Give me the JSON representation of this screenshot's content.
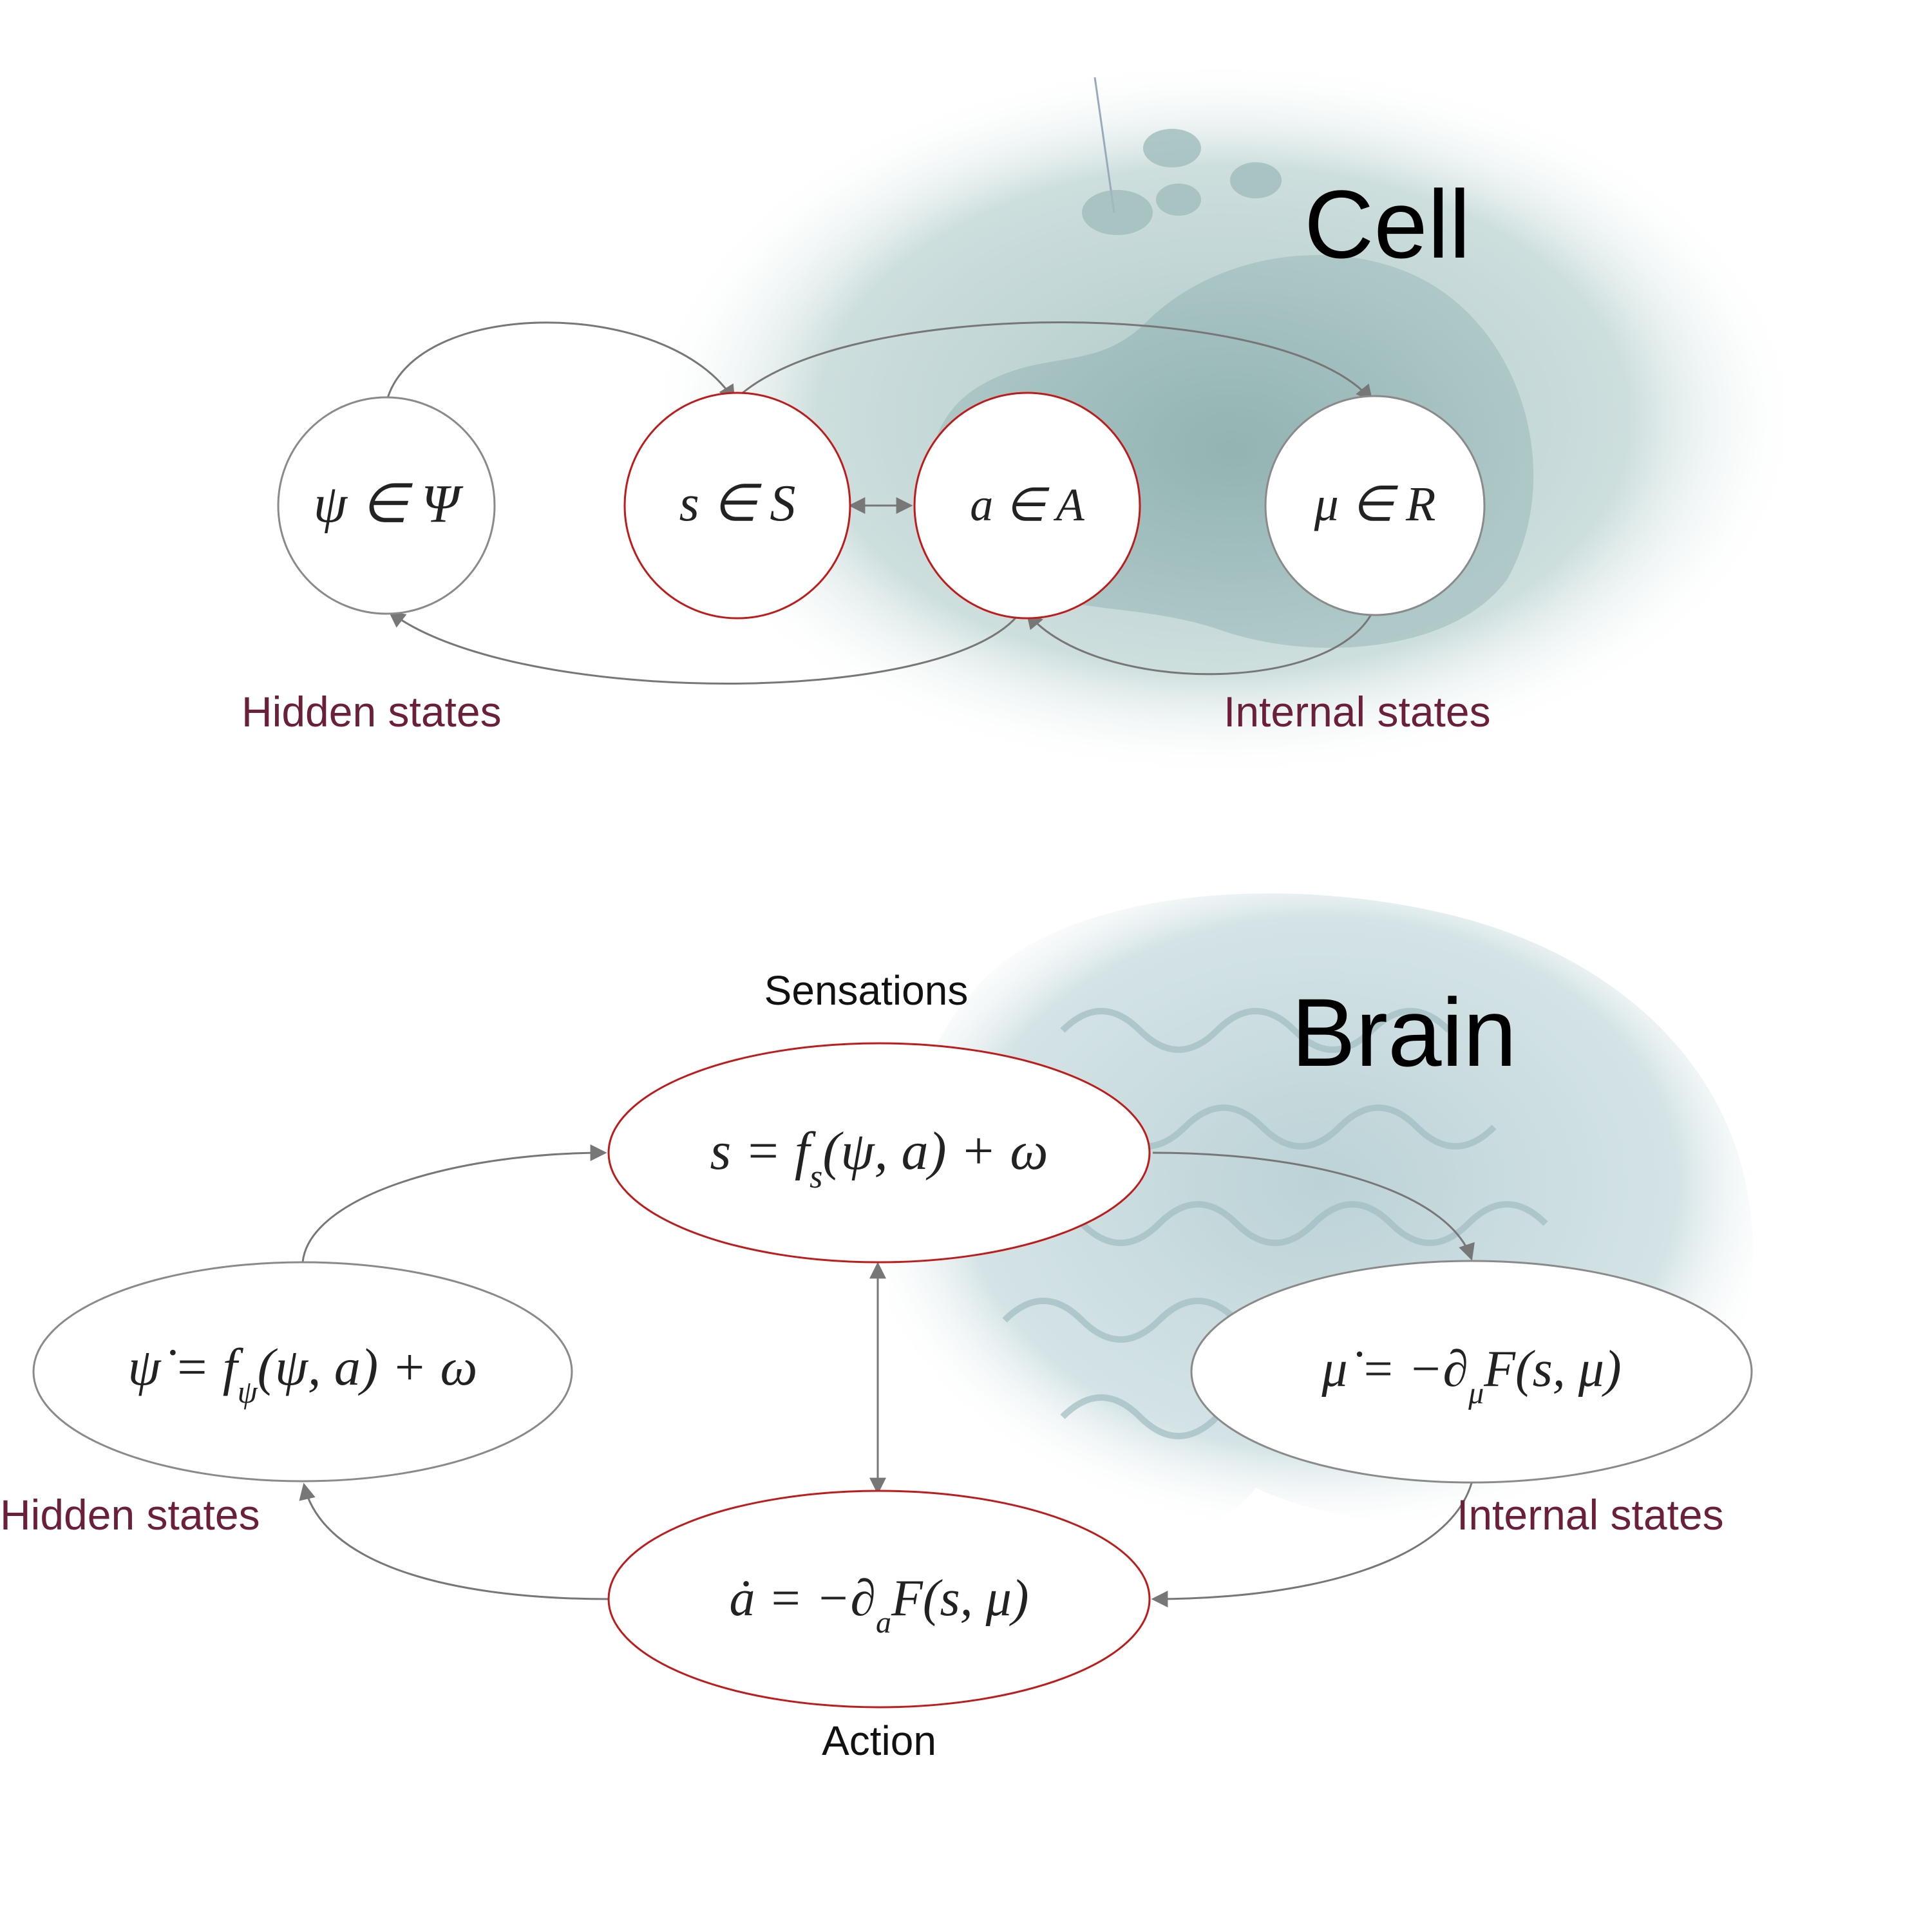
{
  "colors": {
    "sensory_border": "#c01b1b",
    "other_border": "#8a8a8a",
    "arrow": "#777777",
    "state_label": "#6b1f3a",
    "title": "#000000",
    "cell_tint": "#b9d1d0",
    "brain_tint": "#c5d9dc"
  },
  "cell": {
    "title": "Cell",
    "hidden_node": "ψ ∈ Ψ",
    "sensory_node": "s ∈ S",
    "active_node": "a ∈ A",
    "internal_node": "μ ∈ R",
    "hidden_label": "Hidden states",
    "internal_label": "Internal states"
  },
  "brain": {
    "title": "Brain",
    "sensations_label": "Sensations",
    "action_label": "Action",
    "hidden_label": "Hidden states",
    "internal_label": "Internal states",
    "sensory_eq": {
      "lhs": "s = f",
      "sub": "s",
      "rhs": "(ψ, a) + ω"
    },
    "hidden_eq": {
      "lhs": "ψ̇ = f",
      "sub": "ψ",
      "rhs": "(ψ, a) + ω"
    },
    "internal_eq": {
      "lhs": "μ̇ = −∂",
      "sub": "μ",
      "rhs": "F(s, μ)"
    },
    "action_eq": {
      "lhs": "ȧ = −∂",
      "sub": "a",
      "rhs": "F(s, μ)"
    }
  }
}
